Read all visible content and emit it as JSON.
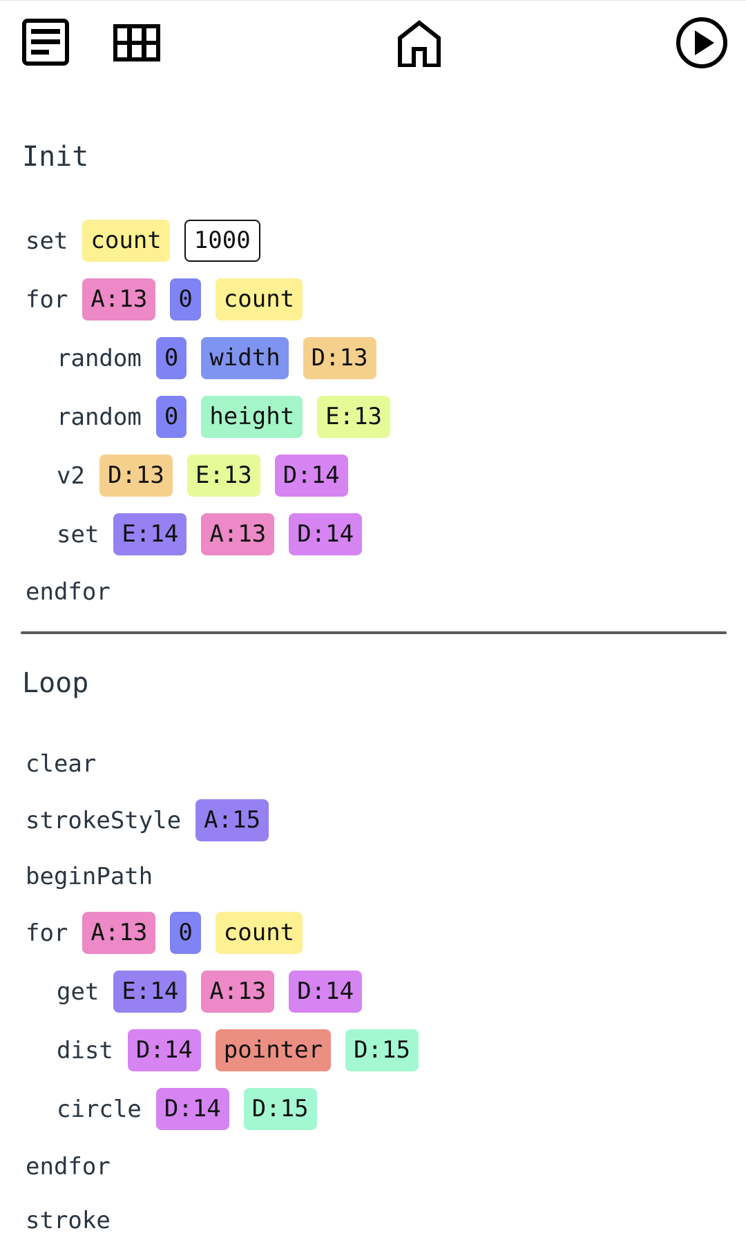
{
  "toolbar": {
    "icons": [
      "document-icon",
      "grid-icon",
      "home-icon",
      "play-icon"
    ]
  },
  "sections": [
    {
      "title": "Init",
      "rows": [
        {
          "keyword": "set",
          "indent": 0,
          "chips": [
            {
              "text": "count",
              "color": "#fdf193"
            },
            {
              "text": "1000",
              "color": "literal"
            }
          ]
        },
        {
          "keyword": "for",
          "indent": 0,
          "chips": [
            {
              "text": "A:13",
              "color": "#ec89c6"
            },
            {
              "text": "0",
              "color": "#8083f3"
            },
            {
              "text": "count",
              "color": "#fdf193"
            }
          ]
        },
        {
          "keyword": "random",
          "indent": 1,
          "chips": [
            {
              "text": "0",
              "color": "#8083f3"
            },
            {
              "text": "width",
              "color": "#7f94f0"
            },
            {
              "text": "D:13",
              "color": "#f5d08d"
            }
          ]
        },
        {
          "keyword": "random",
          "indent": 1,
          "chips": [
            {
              "text": "0",
              "color": "#8083f3"
            },
            {
              "text": "height",
              "color": "#a4f5c8"
            },
            {
              "text": "E:13",
              "color": "#e6fb98"
            }
          ]
        },
        {
          "keyword": "v2",
          "indent": 1,
          "chips": [
            {
              "text": "D:13",
              "color": "#f5d08d"
            },
            {
              "text": "E:13",
              "color": "#e6fb98"
            },
            {
              "text": "D:14",
              "color": "#d584f2"
            }
          ]
        },
        {
          "keyword": "set",
          "indent": 1,
          "chips": [
            {
              "text": "E:14",
              "color": "#9581f1"
            },
            {
              "text": "A:13",
              "color": "#ec89c6"
            },
            {
              "text": "D:14",
              "color": "#d584f2"
            }
          ]
        },
        {
          "keyword": "endfor",
          "indent": 0,
          "chips": []
        }
      ]
    },
    {
      "title": "Loop",
      "rows": [
        {
          "keyword": "clear",
          "indent": 0,
          "chips": []
        },
        {
          "keyword": "strokeStyle",
          "indent": 0,
          "chips": [
            {
              "text": "A:15",
              "color": "#9581f1"
            }
          ]
        },
        {
          "keyword": "beginPath",
          "indent": 0,
          "chips": []
        },
        {
          "keyword": "for",
          "indent": 0,
          "chips": [
            {
              "text": "A:13",
              "color": "#ec89c6"
            },
            {
              "text": "0",
              "color": "#8083f3"
            },
            {
              "text": "count",
              "color": "#fdf193"
            }
          ]
        },
        {
          "keyword": "get",
          "indent": 1,
          "chips": [
            {
              "text": "E:14",
              "color": "#9581f1"
            },
            {
              "text": "A:13",
              "color": "#ec89c6"
            },
            {
              "text": "D:14",
              "color": "#d584f2"
            }
          ]
        },
        {
          "keyword": "dist",
          "indent": 1,
          "chips": [
            {
              "text": "D:14",
              "color": "#d584f2"
            },
            {
              "text": "pointer",
              "color": "#ec8f83"
            },
            {
              "text": "D:15",
              "color": "#a3f8d2"
            }
          ]
        },
        {
          "keyword": "circle",
          "indent": 1,
          "chips": [
            {
              "text": "D:14",
              "color": "#d584f2"
            },
            {
              "text": "D:15",
              "color": "#a3f8d2"
            }
          ]
        },
        {
          "keyword": "endfor",
          "indent": 0,
          "chips": []
        },
        {
          "keyword": "stroke",
          "indent": 0,
          "chips": []
        }
      ]
    }
  ]
}
